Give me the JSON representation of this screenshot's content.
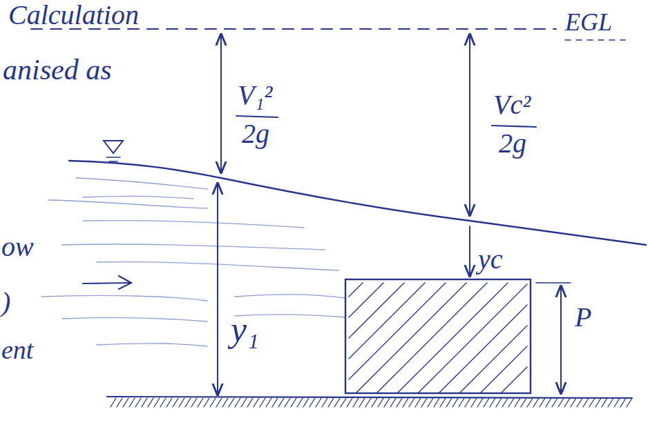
{
  "diagram": {
    "labels": [
      "Calculation",
      "anised as",
      "EGL",
      "V₁²",
      "2g",
      "Vc²",
      "2g",
      "y₁",
      "yc",
      "P",
      "ow",
      ")",
      "ent"
    ]
  }
}
